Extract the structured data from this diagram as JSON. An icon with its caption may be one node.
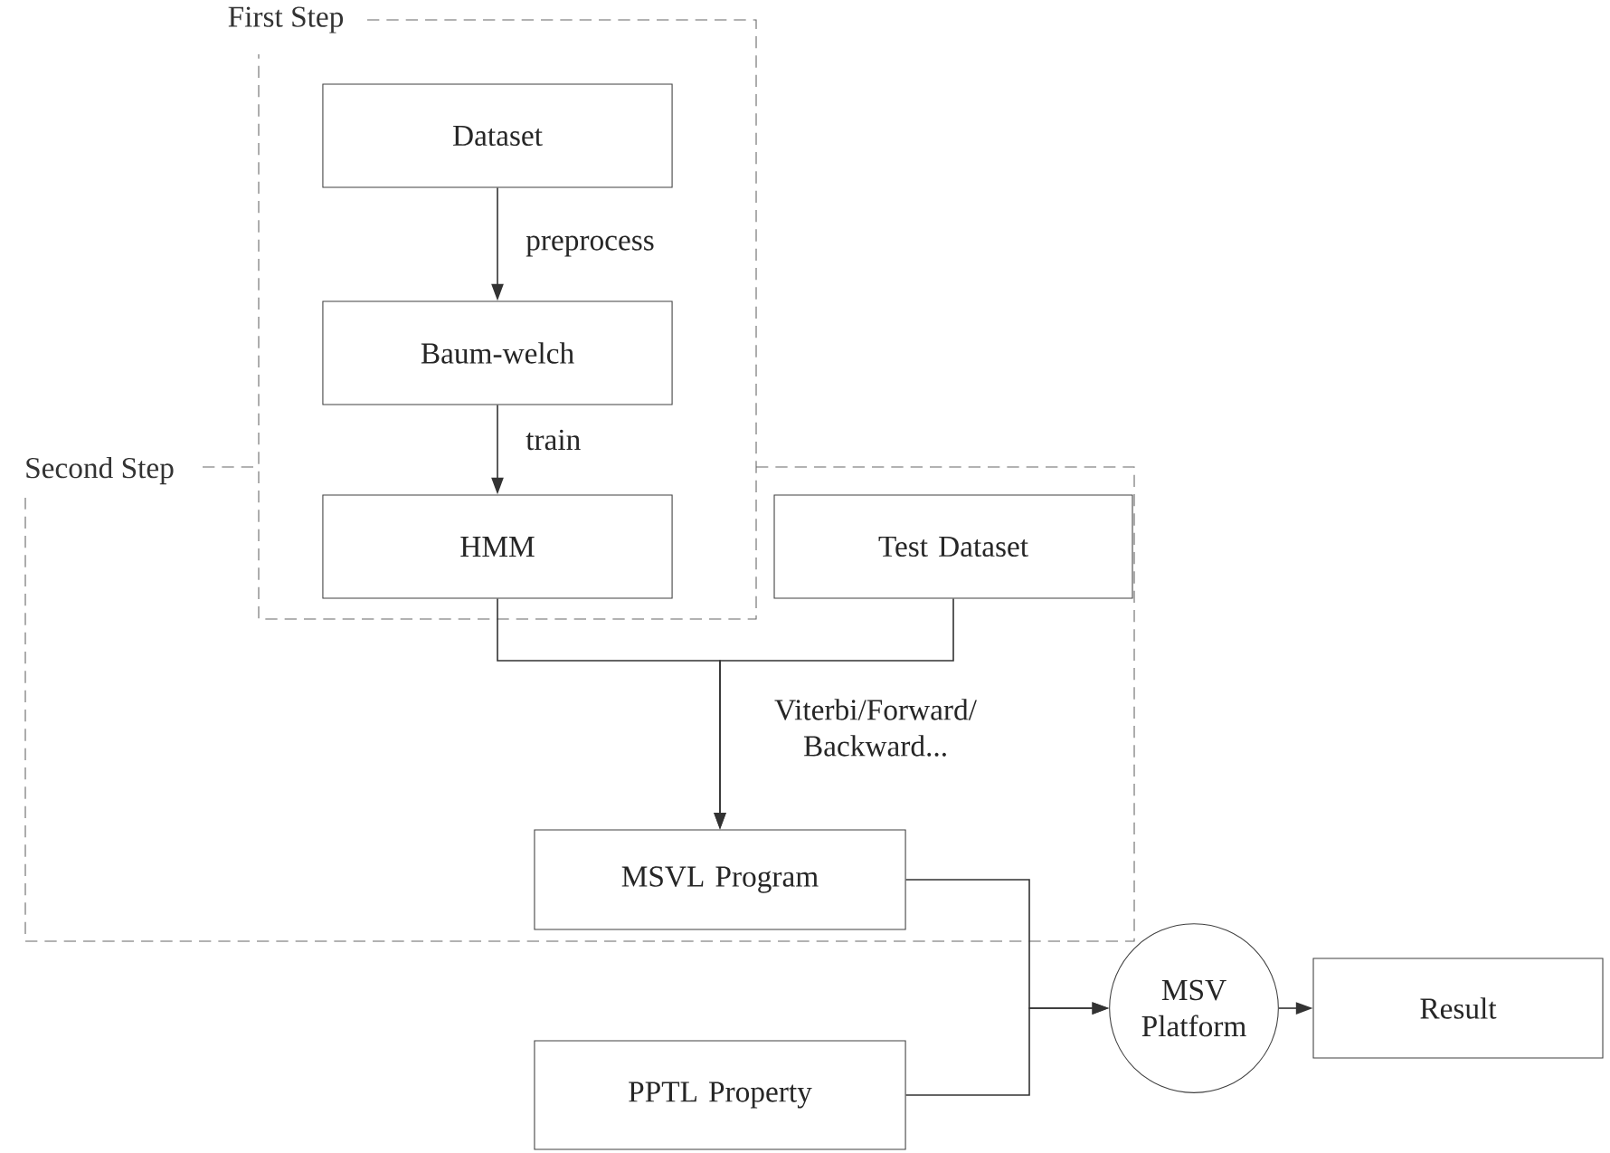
{
  "diagram": {
    "nodes": [
      {
        "text": [
          "First Step"
        ]
      },
      {
        "text": [
          "Second Step"
        ]
      },
      {
        "text": [
          "Dataset"
        ],
        "in": 0
      },
      {
        "text": [
          "Baum-welch"
        ],
        "in": 0
      },
      {
        "text": [
          "HMM"
        ]
      },
      {
        "text": [
          "Test Dataset"
        ],
        "in": 1
      },
      {
        "text": [
          "MSVL Program"
        ],
        "in": 1
      },
      {
        "text": [
          "PPTL Property"
        ]
      },
      {
        "text": [
          "MSV Platform"
        ]
      },
      {
        "text": [
          "Result"
        ]
      }
    ],
    "edges": [
      {
        "from": 2,
        "to": 3,
        "arrow": "to",
        "label": "preprocess"
      },
      {
        "from": 3,
        "to": 4,
        "arrow": "to",
        "label": "train"
      },
      {
        "from": 4,
        "to": 6,
        "arrow": "to",
        "label": "Viterbi/Forward/ Backward..."
      },
      {
        "from": 5,
        "to": 6,
        "arrow": "to"
      },
      {
        "from": 6,
        "to": 8,
        "arrow": "to"
      },
      {
        "from": 7,
        "to": 8,
        "arrow": "to"
      },
      {
        "from": 8,
        "to": 9,
        "arrow": "to"
      }
    ]
  }
}
